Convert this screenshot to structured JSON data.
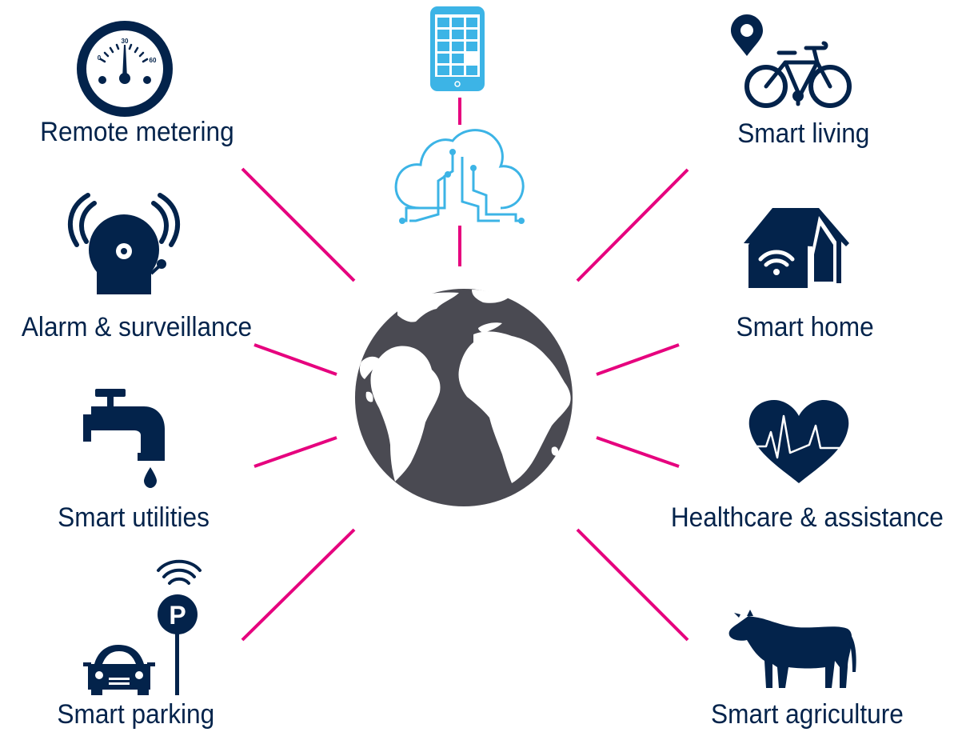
{
  "colors": {
    "navy": "#03234b",
    "connector": "#e6007e",
    "cloud_blue": "#3cb4e6",
    "globe": "#4a4a52",
    "background": "#ffffff"
  },
  "hub": {
    "icon": "globe-icon"
  },
  "top_stack": {
    "device_icon": "smartphone-icon",
    "cloud_icon": "cloud-circuit-icon"
  },
  "left": {
    "remote_metering": {
      "label": "Remote metering",
      "icon": "meter-gauge-icon",
      "gauge_ticks": [
        "0",
        "30",
        "60"
      ]
    },
    "alarm": {
      "label": "Alarm & surveillance",
      "icon": "alarm-bell-icon"
    },
    "utilities": {
      "label": "Smart utilities",
      "icon": "water-tap-icon"
    },
    "parking": {
      "label": "Smart parking",
      "icon": "parking-car-icon",
      "sign_letter": "P"
    }
  },
  "right": {
    "living": {
      "label": "Smart living",
      "icon": "bicycle-location-icon"
    },
    "home": {
      "label": "Smart home",
      "icon": "wifi-house-icon"
    },
    "health": {
      "label": "Healthcare & assistance",
      "icon": "heart-ecg-icon"
    },
    "agriculture": {
      "label": "Smart agriculture",
      "icon": "cow-icon"
    }
  }
}
